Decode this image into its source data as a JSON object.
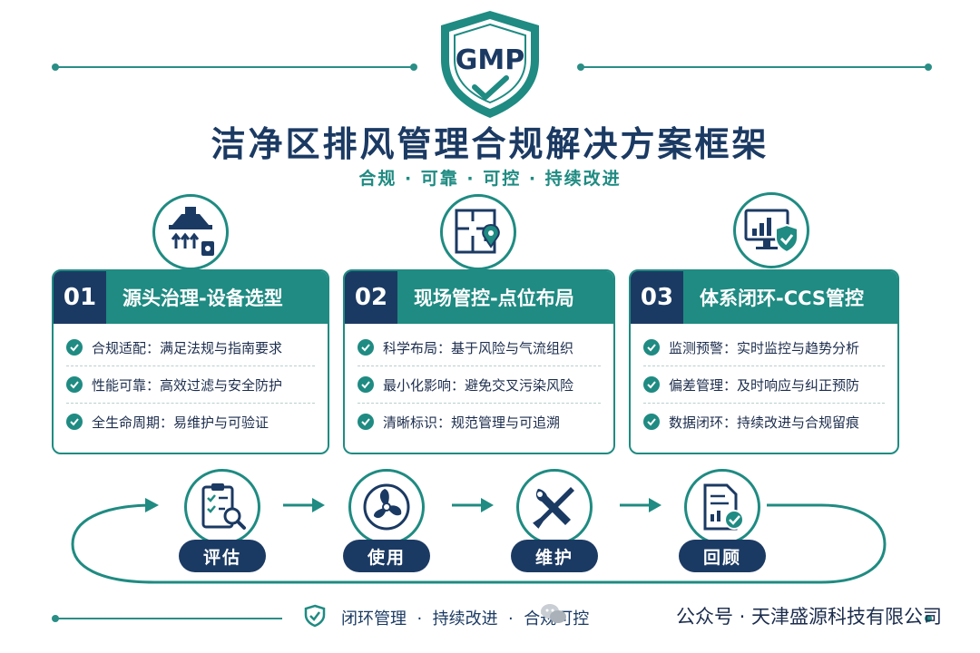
{
  "badge": {
    "text": "GMP"
  },
  "title": "洁净区排风管理合规解决方案框架",
  "subtitle": "合规 · 可靠 · 可控 · 持续改进",
  "pillars": [
    {
      "number": "01",
      "title": "源头治理-设备选型",
      "icon": "exhaust-hood-icon",
      "items": [
        "合规适配：满足法规与指南要求",
        "性能可靠：高效过滤与安全防护",
        "全生命周期：易维护与可验证"
      ]
    },
    {
      "number": "02",
      "title": "现场管控-点位布局",
      "icon": "floor-plan-pin-icon",
      "items": [
        "科学布局：基于风险与气流组织",
        "最小化影响：避免交叉污染风险",
        "清晰标识：规范管理与可追溯"
      ]
    },
    {
      "number": "03",
      "title": "体系闭环-CCS管控",
      "icon": "monitor-shield-icon",
      "items": [
        "监测预警：实时监控与趋势分析",
        "偏差管理：及时响应与纠正预防",
        "数据闭环：持续改进与合规留痕"
      ]
    }
  ],
  "process": [
    {
      "label": "评估",
      "icon": "checklist-magnifier-icon"
    },
    {
      "label": "使用",
      "icon": "fan-icon"
    },
    {
      "label": "维护",
      "icon": "wrench-screwdriver-icon"
    },
    {
      "label": "回顾",
      "icon": "report-check-icon"
    }
  ],
  "footer": {
    "tagline": "闭环管理  ·  持续改进  ·  合规可控",
    "brand": "公众号 · 天津盛源科技有限公司"
  },
  "colors": {
    "teal": "#1f8b82",
    "navy": "#1b3a63"
  }
}
